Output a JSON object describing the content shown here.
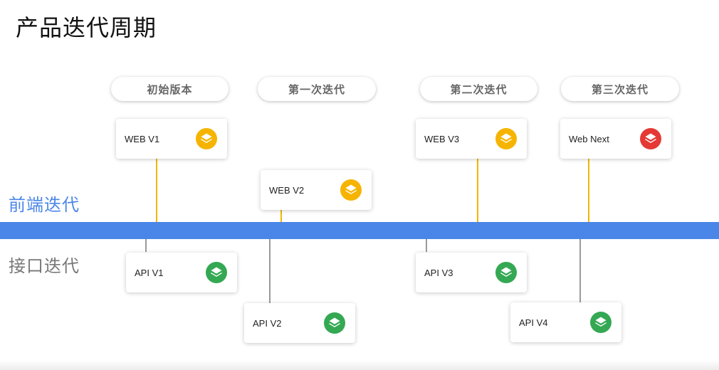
{
  "title": "产品迭代周期",
  "lanes": {
    "frontend": "前端迭代",
    "api": "接口迭代"
  },
  "phases": [
    "初始版本",
    "第一次迭代",
    "第二次迭代",
    "第三次迭代"
  ],
  "colors": {
    "axis": "#4a86e8",
    "web_icon": "#f6b400",
    "next_icon": "#e53935",
    "api_icon": "#34a853",
    "web_connector": "#f2b600",
    "api_connector": "#9a9a9a"
  },
  "web_items": [
    {
      "label": "WEB V1",
      "icon": "layers-icon",
      "color": "#f6b400"
    },
    {
      "label": "WEB V2",
      "icon": "layers-icon",
      "color": "#f6b400"
    },
    {
      "label": "WEB V3",
      "icon": "layers-icon",
      "color": "#f6b400"
    },
    {
      "label": "Web Next",
      "icon": "layers-icon",
      "color": "#e53935"
    }
  ],
  "api_items": [
    {
      "label": "API V1",
      "icon": "layers-icon",
      "color": "#34a853"
    },
    {
      "label": "API V2",
      "icon": "layers-icon",
      "color": "#34a853"
    },
    {
      "label": "API V3",
      "icon": "layers-icon",
      "color": "#34a853"
    },
    {
      "label": "API V4",
      "icon": "layers-icon",
      "color": "#34a853"
    }
  ]
}
